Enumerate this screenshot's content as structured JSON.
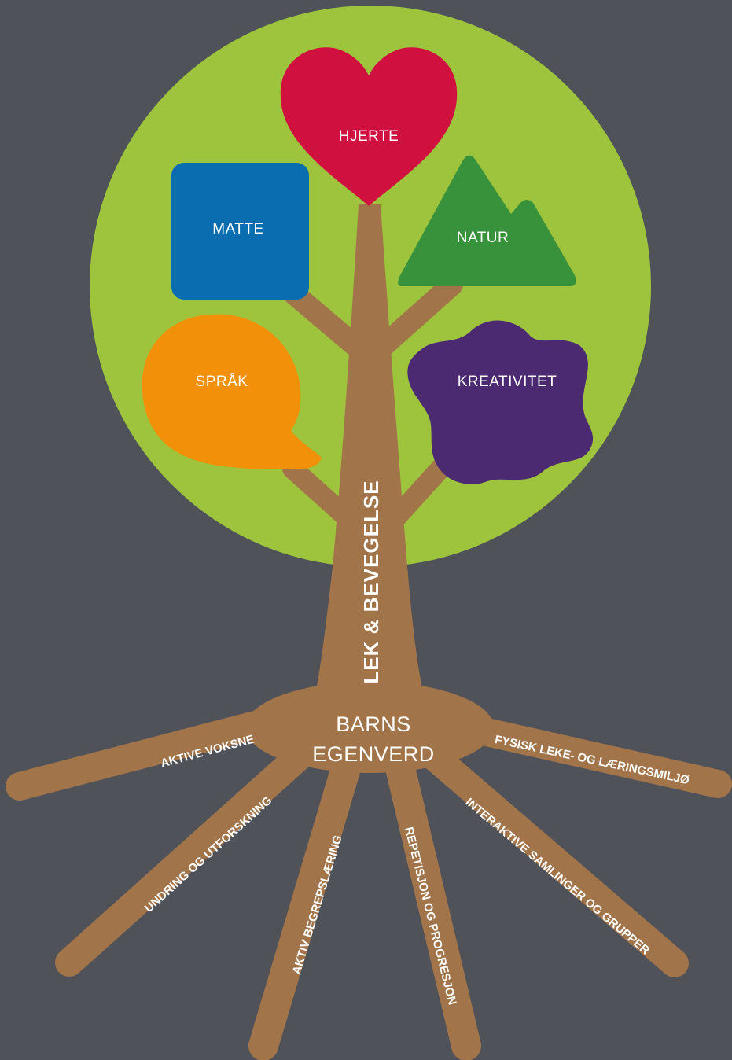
{
  "colors": {
    "background": "#4f5259",
    "canopy": "#9dc43c",
    "trunk": "#a2744a",
    "heart": "#d0103f",
    "square": "#0a6db0",
    "mountain": "#37923b",
    "bubble": "#f29109",
    "cloud": "#4c2a72",
    "text": "#ffffff"
  },
  "leaves": {
    "hjerte": "HJERTE",
    "matte": "MATTE",
    "natur": "NATUR",
    "sprak": "SPRÅK",
    "kreativitet": "KREATIVITET"
  },
  "trunk_label": "LEK & BEVEGELSE",
  "center": {
    "line1": "BARNS",
    "line2": "EGENVERD"
  },
  "roots": {
    "aktive_voksne": "AKTIVE VOKSNE",
    "undring": "UNDRING OG UTFORSKNING",
    "begrep": "AKTIV BEGREPSLÆRING",
    "repetisjon": "REPETISJON OG PROGRESJON",
    "interaktive": "INTERAKTIVE SAMLINGER OG GRUPPER",
    "fysisk": "FYSISK LEKE- OG LÆRINGSMILJØ"
  }
}
